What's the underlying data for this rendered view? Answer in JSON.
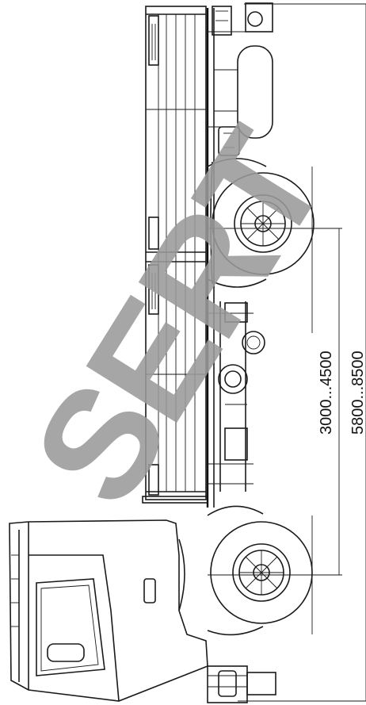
{
  "dimensions": {
    "wheelbase": "3000...4500",
    "overall_length": "5800...8500"
  },
  "watermark": {
    "text": "SERT",
    "color": "#9a9a9a"
  },
  "colors": {
    "line": "#1a1a1a",
    "background": "#ffffff"
  }
}
